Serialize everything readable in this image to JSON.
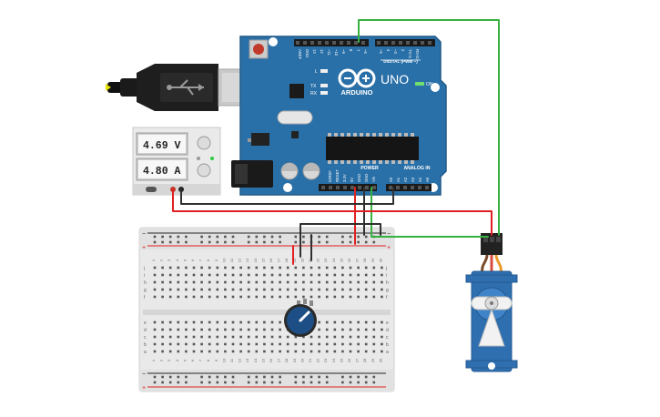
{
  "arduino": {
    "brand": "ARDUINO",
    "model": "UNO",
    "digital_label": "DIGITAL (PWM ~)",
    "power_label": "POWER",
    "analog_label": "ANALOG IN",
    "on_label": "ON",
    "led_l": "L",
    "led_tx": "TX",
    "led_rx": "RX",
    "digital_pins": [
      "AREF",
      "GND",
      "13",
      "12",
      "~11",
      "~10",
      "~9",
      "8",
      "7",
      "~6",
      "~5",
      "4",
      "~3",
      "2",
      "TX>1",
      "RX<0"
    ],
    "power_pins": [
      "IOREF",
      "RESET",
      "3.3V",
      "5V",
      "GND",
      "GND",
      "Vin"
    ],
    "analog_pins": [
      "A0",
      "A1",
      "A2",
      "A3",
      "A4",
      "A5"
    ]
  },
  "power_supply": {
    "voltage": "4.69 V",
    "current": "4.80 A"
  },
  "breadboard": {
    "rows_top": [
      "j",
      "i",
      "h",
      "g",
      "f"
    ],
    "rows_bottom": [
      "e",
      "d",
      "c",
      "b",
      "a"
    ],
    "columns": [
      "1",
      "2",
      "3",
      "4",
      "5",
      "6",
      "7",
      "8",
      "9",
      "10",
      "11",
      "12",
      "13",
      "14",
      "15",
      "16",
      "17",
      "18",
      "19",
      "20",
      "21",
      "22",
      "23",
      "24",
      "25",
      "26",
      "27",
      "28",
      "29",
      "30"
    ],
    "plus": "+",
    "minus": "−"
  },
  "colors": {
    "board": "#2a70a8",
    "wire_red": "#e02020",
    "wire_black": "#303030",
    "wire_green": "#38b040",
    "servo": "#2f6fb0",
    "pot_knob": "#1d4f86"
  },
  "icons": {
    "usb": "usb-trident-icon",
    "arduino_logo": "arduino-infinity-icon"
  }
}
